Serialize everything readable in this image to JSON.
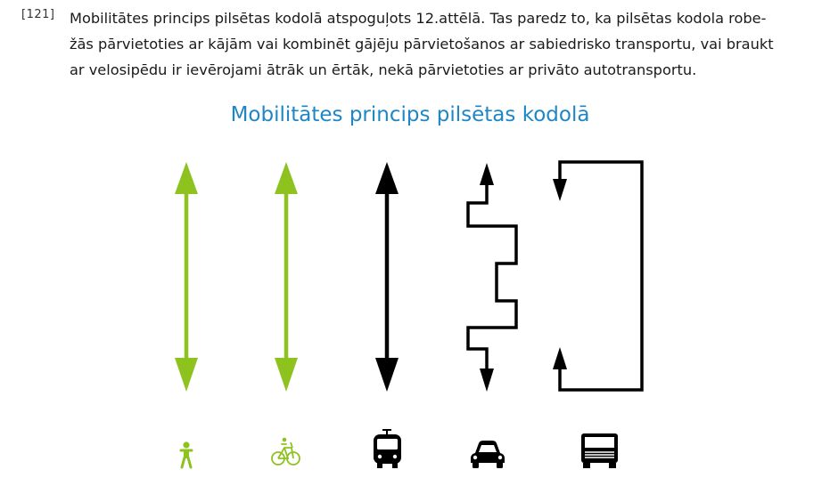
{
  "paragraph": {
    "number": "[121]",
    "lines": [
      "Mobilitātes princips pilsētas kodolā atspoguļots 12.attēlā. Tas paredz to, ka pilsētas kodola robe-",
      "žās pārvietoties ar kājām vai kombinēt gājēju pārvietošanos ar sabiedrisko transportu, vai braukt",
      "ar velosipēdu ir ievērojami ātrāk un ērtāk, nekā pārvietoties ar privāto autotransportu."
    ]
  },
  "figure": {
    "title": "Mobilitātes princips pilsētas kodolā",
    "modes": [
      {
        "icon": "pedestrian-icon",
        "route": "direct",
        "color": "#8dc21f"
      },
      {
        "icon": "bicycle-icon",
        "route": "direct",
        "color": "#8dc21f"
      },
      {
        "icon": "tram-icon",
        "route": "direct",
        "color": "#000000"
      },
      {
        "icon": "car-icon",
        "route": "zigzag",
        "color": "#000000"
      },
      {
        "icon": "truck-icon",
        "route": "detour",
        "color": "#000000"
      }
    ]
  },
  "colors": {
    "green": "#8dc21f",
    "black": "#000000",
    "title_blue": "#1e86c6"
  }
}
